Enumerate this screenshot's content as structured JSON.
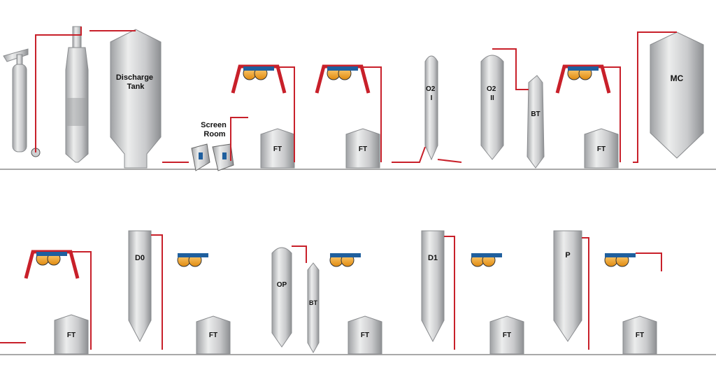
{
  "labels": {
    "discharge_tank": [
      "Discharge",
      "Tank"
    ],
    "screen_room": [
      "Screen",
      "Room"
    ],
    "ft": "FT",
    "o2_1": [
      "O2",
      "I"
    ],
    "o2_2": [
      "O2",
      "II"
    ],
    "bt": "BT",
    "mc": "MC",
    "d0": "D0",
    "op": "OP",
    "d1": "D1",
    "p": "P"
  },
  "colors": {
    "pipe": "#c8202a",
    "vessel_fill": "#cfd0d2",
    "vessel_stroke": "#8a8c8f",
    "pump": "#1f5f9e",
    "washer_drum": "#f0a020",
    "ground": "#a9a9a9"
  }
}
